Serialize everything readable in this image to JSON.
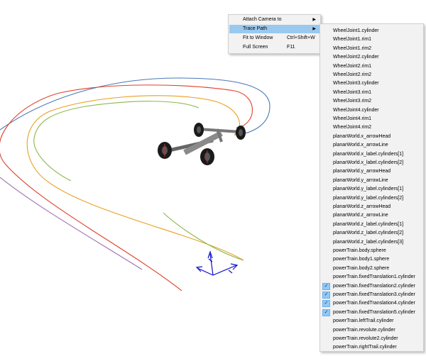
{
  "main_menu": {
    "items": [
      {
        "label": "Attach Camera to",
        "shortcut": "",
        "has_submenu": true,
        "highlighted": false
      },
      {
        "label": "Trace Path",
        "shortcut": "",
        "has_submenu": true,
        "highlighted": true
      },
      {
        "label": "Fit to Window",
        "shortcut": "Ctrl+Shift+W",
        "has_submenu": false,
        "highlighted": false
      },
      {
        "label": "Full Screen",
        "shortcut": "F11",
        "has_submenu": false,
        "highlighted": false
      }
    ]
  },
  "trace_submenu": {
    "items": [
      {
        "label": "WheelJoint1.cylinder",
        "checked": false
      },
      {
        "label": "WheelJoint1.rim1",
        "checked": false
      },
      {
        "label": "WheelJoint1.rim2",
        "checked": false
      },
      {
        "label": "WheelJoint2.cylinder",
        "checked": false
      },
      {
        "label": "WheelJoint2.rim1",
        "checked": false
      },
      {
        "label": "WheelJoint2.rim2",
        "checked": false
      },
      {
        "label": "WheelJoint3.cylinder",
        "checked": false
      },
      {
        "label": "WheelJoint3.rim1",
        "checked": false
      },
      {
        "label": "WheelJoint3.rim2",
        "checked": false
      },
      {
        "label": "WheelJoint4.cylinder",
        "checked": false
      },
      {
        "label": "WheelJoint4.rim1",
        "checked": false
      },
      {
        "label": "WheelJoint4.rim2",
        "checked": false
      },
      {
        "label": "planarWorld.x_arrowHead",
        "checked": false
      },
      {
        "label": "planarWorld.x_arrowLine",
        "checked": false
      },
      {
        "label": "planarWorld.x_label.cylinders[1]",
        "checked": false
      },
      {
        "label": "planarWorld.x_label.cylinders[2]",
        "checked": false
      },
      {
        "label": "planarWorld.y_arrowHead",
        "checked": false
      },
      {
        "label": "planarWorld.y_arrowLine",
        "checked": false
      },
      {
        "label": "planarWorld.y_label.cylinders[1]",
        "checked": false
      },
      {
        "label": "planarWorld.y_label.cylinders[2]",
        "checked": false
      },
      {
        "label": "planarWorld.z_arrowHead",
        "checked": false
      },
      {
        "label": "planarWorld.z_arrowLine",
        "checked": false
      },
      {
        "label": "planarWorld.z_label.cylinders[1]",
        "checked": false
      },
      {
        "label": "planarWorld.z_label.cylinders[2]",
        "checked": false
      },
      {
        "label": "planarWorld.z_label.cylinders[3]",
        "checked": false
      },
      {
        "label": "powerTrain.body.sphere",
        "checked": false
      },
      {
        "label": "powerTrain.body1.sphere",
        "checked": false
      },
      {
        "label": "powerTrain.body2.sphere",
        "checked": false
      },
      {
        "label": "powerTrain.fixedTranslation1.cylinder",
        "checked": false
      },
      {
        "label": "powerTrain.fixedTranslation2.cylinder",
        "checked": true
      },
      {
        "label": "powerTrain.fixedTranslation3.cylinder",
        "checked": true
      },
      {
        "label": "powerTrain.fixedTranslation4.cylinder",
        "checked": true
      },
      {
        "label": "powerTrain.fixedTranslation5.cylinder",
        "checked": true
      },
      {
        "label": "powerTrain.leftTrail.cylinder",
        "checked": false
      },
      {
        "label": "powerTrain.revolute.cylinder",
        "checked": false
      },
      {
        "label": "powerTrain.revolute2.cylinder",
        "checked": false
      },
      {
        "label": "powerTrain.rightTrail.cylinder",
        "checked": false
      }
    ]
  },
  "icons": {
    "submenu_arrow": "triangle-right-icon",
    "check": "checkmark-icon"
  },
  "colors": {
    "menu_bg": "#f2f2f2",
    "highlight": "#99c9ef",
    "check_bg": "#90c8f6",
    "path_blue": "#4a78b8",
    "path_red": "#e0402a",
    "path_orange": "#e8a020",
    "path_green": "#8cb84a",
    "path_purple": "#a070b0",
    "axis_blue": "#1010c8"
  }
}
